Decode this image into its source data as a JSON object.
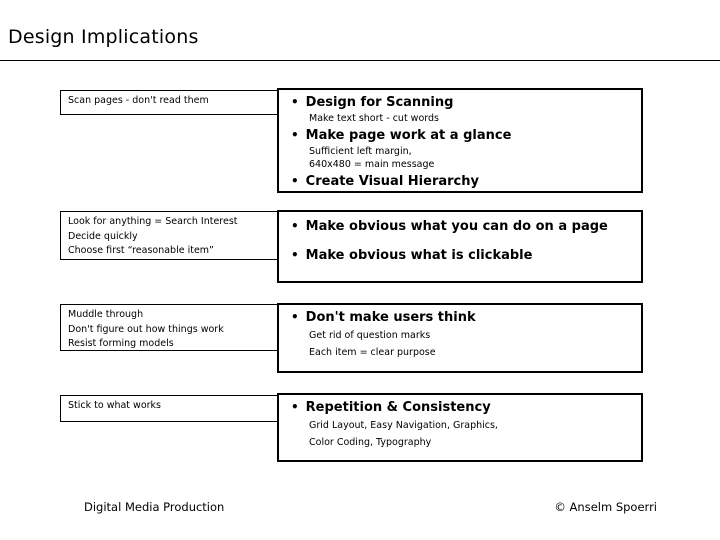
{
  "colors": {
    "background": "#ffffff",
    "text": "#000000",
    "border": "#000000"
  },
  "bullet": "•",
  "title": "Design Implications",
  "rows": [
    {
      "left": [
        "Scan pages - don't read them"
      ],
      "items": [
        {
          "heading": "Design for Scanning",
          "subs": [
            "Make text short - cut words"
          ]
        },
        {
          "heading": "Make page work at a glance",
          "subs": [
            "Sufficient left margin,",
            "640x480 = main message"
          ]
        },
        {
          "heading": "Create Visual Hierarchy",
          "subs": []
        }
      ]
    },
    {
      "left": [
        "Look for anything = Search Interest",
        "Decide quickly",
        "Choose first “reasonable item”"
      ],
      "items": [
        {
          "heading": "Make obvious what you can do on a page",
          "subs": []
        },
        {
          "heading": "Make obvious what is clickable",
          "subs": []
        }
      ]
    },
    {
      "left": [
        "Muddle through",
        "Don't figure out how things work",
        "Resist forming models"
      ],
      "items": [
        {
          "heading": "Don't make users think",
          "subs": [
            "Get rid of question marks",
            "Each item = clear purpose"
          ]
        }
      ]
    },
    {
      "left": [
        "Stick to what works"
      ],
      "items": [
        {
          "heading": "Repetition & Consistency",
          "subs": [
            "Grid Layout, Easy Navigation, Graphics,",
            "Color Coding, Typography"
          ]
        }
      ]
    }
  ],
  "footer": {
    "left": "Digital Media Production",
    "right": "© Anselm Spoerri"
  }
}
